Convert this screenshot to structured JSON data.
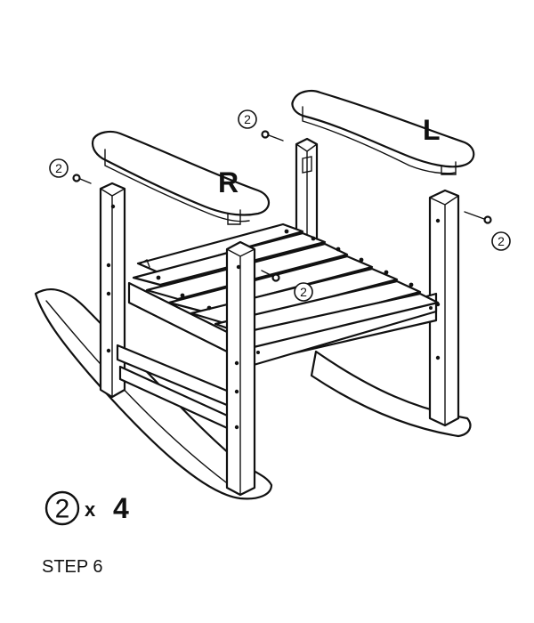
{
  "labels": {
    "right_arm": "R",
    "left_arm": "L"
  },
  "callouts": [
    {
      "id": "screw-left-arm-front",
      "part": "2"
    },
    {
      "id": "screw-left-arm-back",
      "part": "2"
    },
    {
      "id": "screw-right-arm-back",
      "part": "2"
    },
    {
      "id": "screw-seat",
      "part": "2"
    }
  ],
  "quantity": {
    "part": "2",
    "times": "x",
    "count": "4"
  },
  "step": "STEP 6"
}
